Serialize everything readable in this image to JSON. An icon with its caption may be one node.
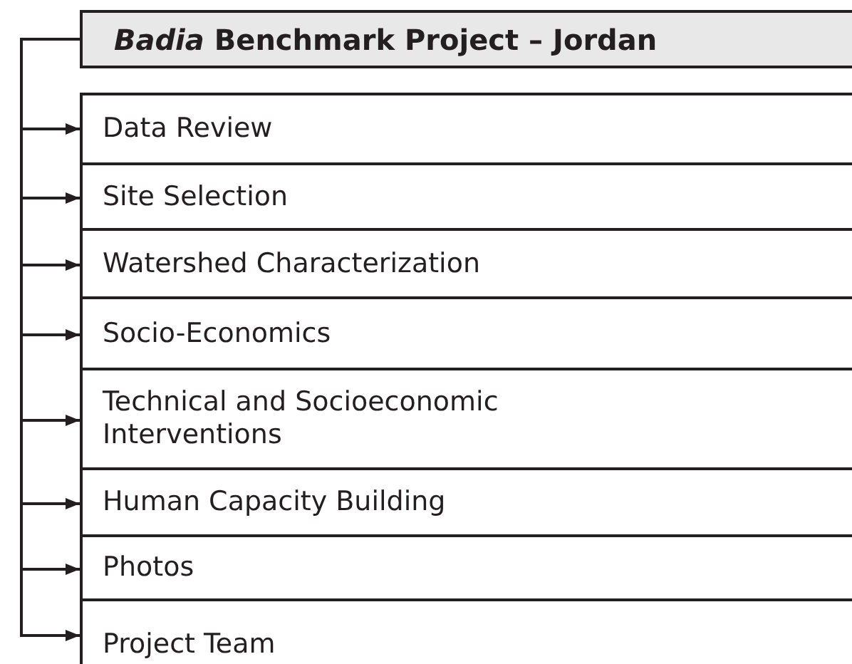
{
  "diagram": {
    "nodes": [
      {
        "text": [
          "*Badia* Benchmark Project – Jordan"
        ]
      },
      {
        "text": [
          "Data Review"
        ]
      },
      {
        "text": [
          "Site Selection"
        ]
      },
      {
        "text": [
          "Watershed Characterization"
        ]
      },
      {
        "text": [
          "Socio-Economics"
        ]
      },
      {
        "text": [
          "Technical and Socioeconomic Interventions"
        ]
      },
      {
        "text": [
          "Human Capacity Building"
        ]
      },
      {
        "text": [
          "Photos"
        ]
      },
      {
        "text": [
          "Project Team"
        ]
      }
    ],
    "edges": [
      {
        "from": 0,
        "to": 1,
        "arrow": "to"
      },
      {
        "from": 0,
        "to": 2,
        "arrow": "to"
      },
      {
        "from": 0,
        "to": 3,
        "arrow": "to"
      },
      {
        "from": 0,
        "to": 4,
        "arrow": "to"
      },
      {
        "from": 0,
        "to": 5,
        "arrow": "to"
      },
      {
        "from": 0,
        "to": 6,
        "arrow": "to"
      },
      {
        "from": 0,
        "to": 7,
        "arrow": "to"
      },
      {
        "from": 0,
        "to": 8,
        "arrow": "to"
      }
    ]
  }
}
